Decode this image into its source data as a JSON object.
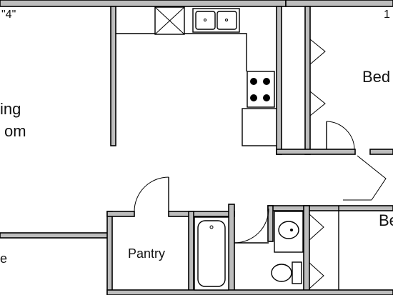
{
  "labels": {
    "dimension": "\"4\"",
    "living_line1": "ing",
    "living_line2": "om",
    "bedroom_top": "Bed",
    "bedroom_top_dim": "1",
    "bedroom_bottom": "Be",
    "pantry": "Pantry",
    "left_partial": "e"
  }
}
